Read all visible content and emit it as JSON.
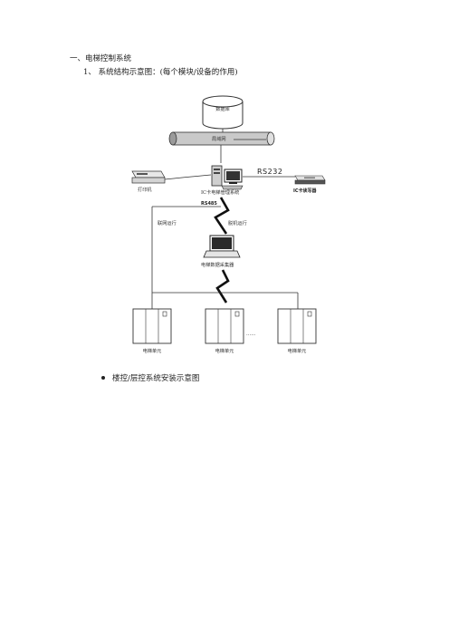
{
  "document": {
    "heading1": "一、电梯控制系统",
    "heading2": "1、 系统结构示意图：(每个模块/设备的作用)",
    "bullet": "楼控/层控系统安装示意图"
  },
  "diagram": {
    "database": "数据库",
    "lan": "局域网",
    "printer": "打印机",
    "server": "IC卡电梯管理系统",
    "rs232": "RS232",
    "card_writer": "IC卡读写器",
    "bus": "RS485",
    "online": "联网运行",
    "offline": "脱机运行",
    "collector": "电梯数据采集器",
    "unit1": "电梯单元",
    "unit2": "电梯单元",
    "unit3": "电梯单元",
    "ellipsis": "……"
  }
}
